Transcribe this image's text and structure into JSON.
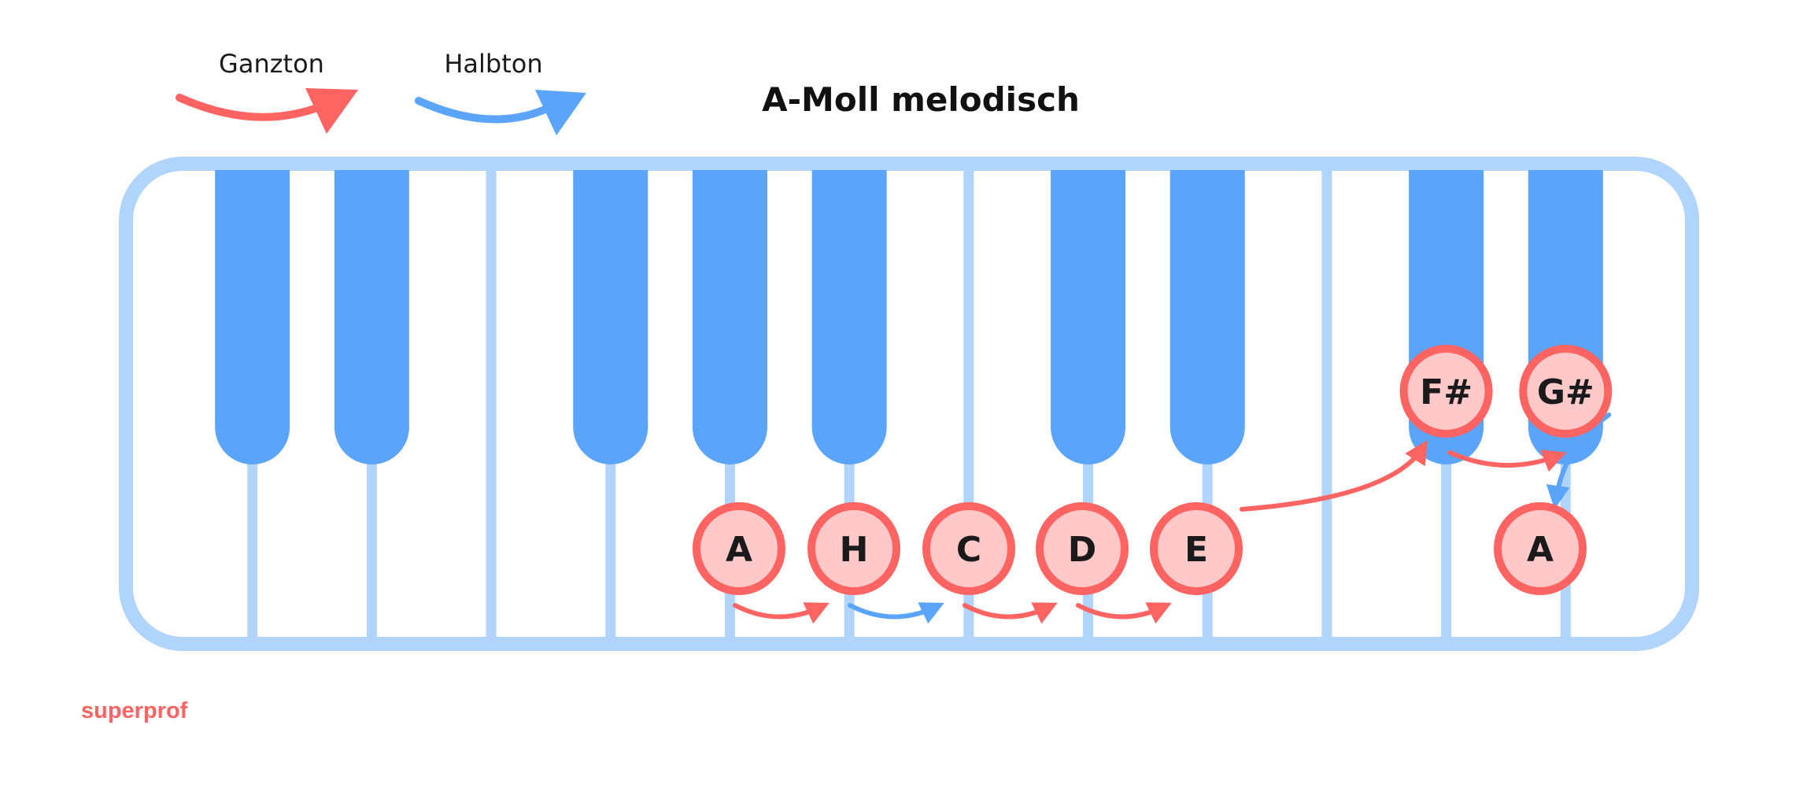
{
  "title": "A-Moll melodisch",
  "legend": {
    "whole": "Ganzton",
    "half": "Halbton"
  },
  "notes": [
    {
      "label": "A",
      "raised": false
    },
    {
      "label": "H",
      "raised": false
    },
    {
      "label": "C",
      "raised": false
    },
    {
      "label": "D",
      "raised": false
    },
    {
      "label": "E",
      "raised": false
    },
    {
      "label": "F#",
      "raised": true
    },
    {
      "label": "G#",
      "raised": true
    },
    {
      "label": "A",
      "raised": false
    }
  ],
  "steps": [
    "whole",
    "half",
    "whole",
    "whole",
    "whole",
    "whole",
    "half"
  ],
  "keyboard": {
    "white_keys": 13,
    "black_keys": 9
  },
  "colors": {
    "whole": "#ff6462",
    "half": "#5ba4fb",
    "black_key": "#5ba4fb",
    "frame": "#b1d4fd",
    "note_fill": "#ffc9c9",
    "note_stroke": "#ff6462"
  },
  "brand": "superprof"
}
